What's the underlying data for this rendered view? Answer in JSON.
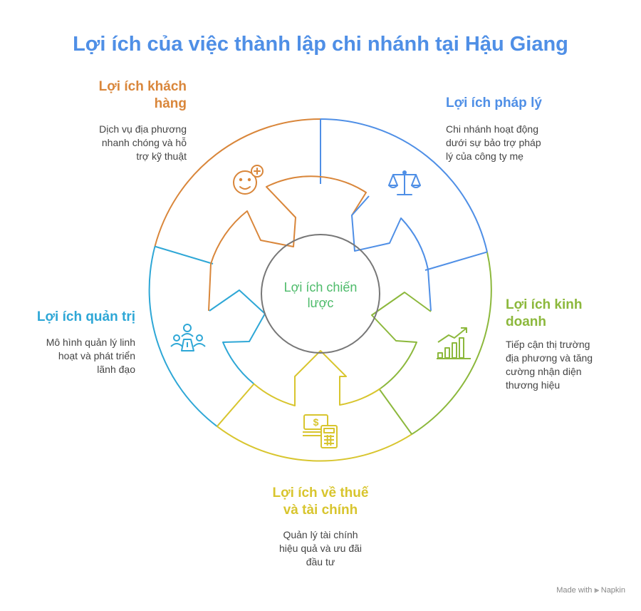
{
  "title": "Lợi ích của việc thành lập chi nhánh tại Hậu Giang",
  "center": {
    "label_line1": "Lợi ích chiến",
    "label_line2": "lược"
  },
  "segments": {
    "customer": {
      "heading_line1": "Lợi ích khách",
      "heading_line2": "hàng",
      "desc_line1": "Dịch vụ địa phương",
      "desc_line2": "nhanh chóng và hỗ",
      "desc_line3": "trợ kỹ thuật",
      "color": "#d9863a",
      "icon": "smiley-plus-icon"
    },
    "legal": {
      "heading_line1": "Lợi ích pháp lý",
      "desc_line1": "Chi nhánh hoạt động",
      "desc_line2": "dưới sự bảo trợ pháp",
      "desc_line3": "lý của công ty mẹ",
      "color": "#4f8fe6",
      "icon": "scales-icon"
    },
    "business": {
      "heading_line1": "Lợi ích kinh",
      "heading_line2": "doanh",
      "desc_line1": "Tiếp cận thị trường",
      "desc_line2": "địa phương và tăng",
      "desc_line3": "cường nhận diện",
      "desc_line4": "thương hiệu",
      "color": "#8cb83c",
      "icon": "growth-chart-icon"
    },
    "tax": {
      "heading_line1": "Lợi ích về thuế",
      "heading_line2": "và tài chính",
      "desc_line1": "Quản lý tài chính",
      "desc_line2": "hiệu quả và ưu đãi",
      "desc_line3": "đầu tư",
      "color": "#d8c52e",
      "icon": "money-calculator-icon"
    },
    "management": {
      "heading_line1": "Lợi ích quản trị",
      "desc_line1": "Mô hình quản lý linh",
      "desc_line2": "hoạt và phát triển",
      "desc_line3": "lãnh đạo",
      "color": "#2ea7d6",
      "icon": "team-meeting-icon"
    }
  },
  "footer": {
    "prefix": "Made with",
    "brand": "Napkin"
  }
}
